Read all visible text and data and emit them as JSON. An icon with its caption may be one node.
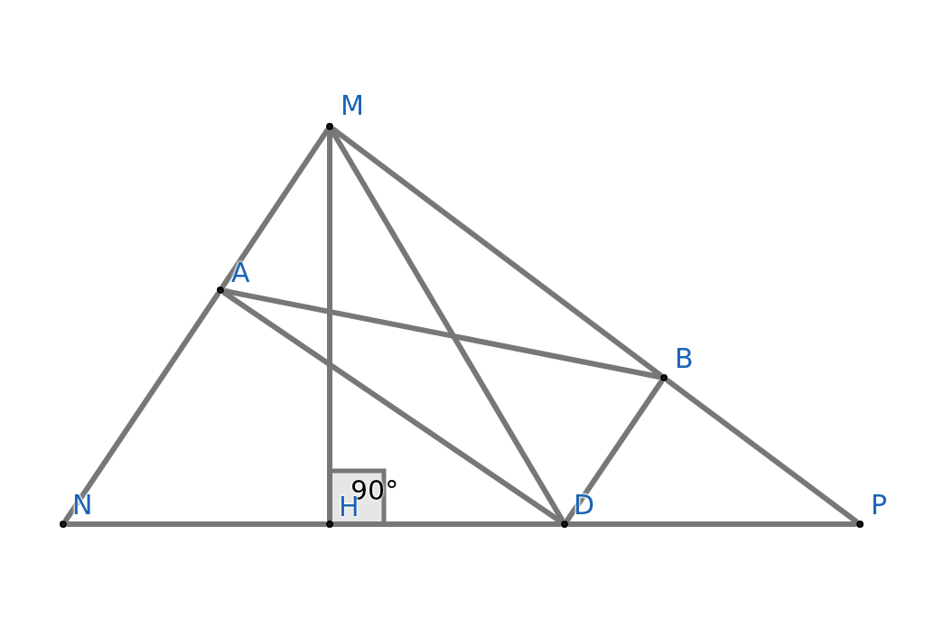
{
  "diagram": {
    "nodes": [
      {
        "text": [
          "M"
        ]
      },
      {
        "text": [
          "A"
        ]
      },
      {
        "text": [
          "B"
        ]
      },
      {
        "text": [
          "N"
        ]
      },
      {
        "text": [
          "H"
        ]
      },
      {
        "text": [
          "D"
        ]
      },
      {
        "text": [
          "P"
        ]
      }
    ],
    "edges": [
      {
        "from": 0,
        "to": 1,
        "arrow": "none"
      },
      {
        "from": 1,
        "to": 3,
        "arrow": "none"
      },
      {
        "from": 0,
        "to": 2,
        "arrow": "none"
      },
      {
        "from": 2,
        "to": 6,
        "arrow": "none"
      },
      {
        "from": 3,
        "to": 4,
        "arrow": "none"
      },
      {
        "from": 4,
        "to": 5,
        "arrow": "none"
      },
      {
        "from": 5,
        "to": 6,
        "arrow": "none"
      },
      {
        "from": 0,
        "to": 4,
        "arrow": "none"
      },
      {
        "from": 0,
        "to": 5,
        "arrow": "none"
      },
      {
        "from": 1,
        "to": 2,
        "arrow": "none"
      },
      {
        "from": 1,
        "to": 5,
        "arrow": "none"
      },
      {
        "from": 2,
        "to": 5,
        "arrow": "none"
      }
    ],
    "labels": [
      "90°"
    ]
  }
}
